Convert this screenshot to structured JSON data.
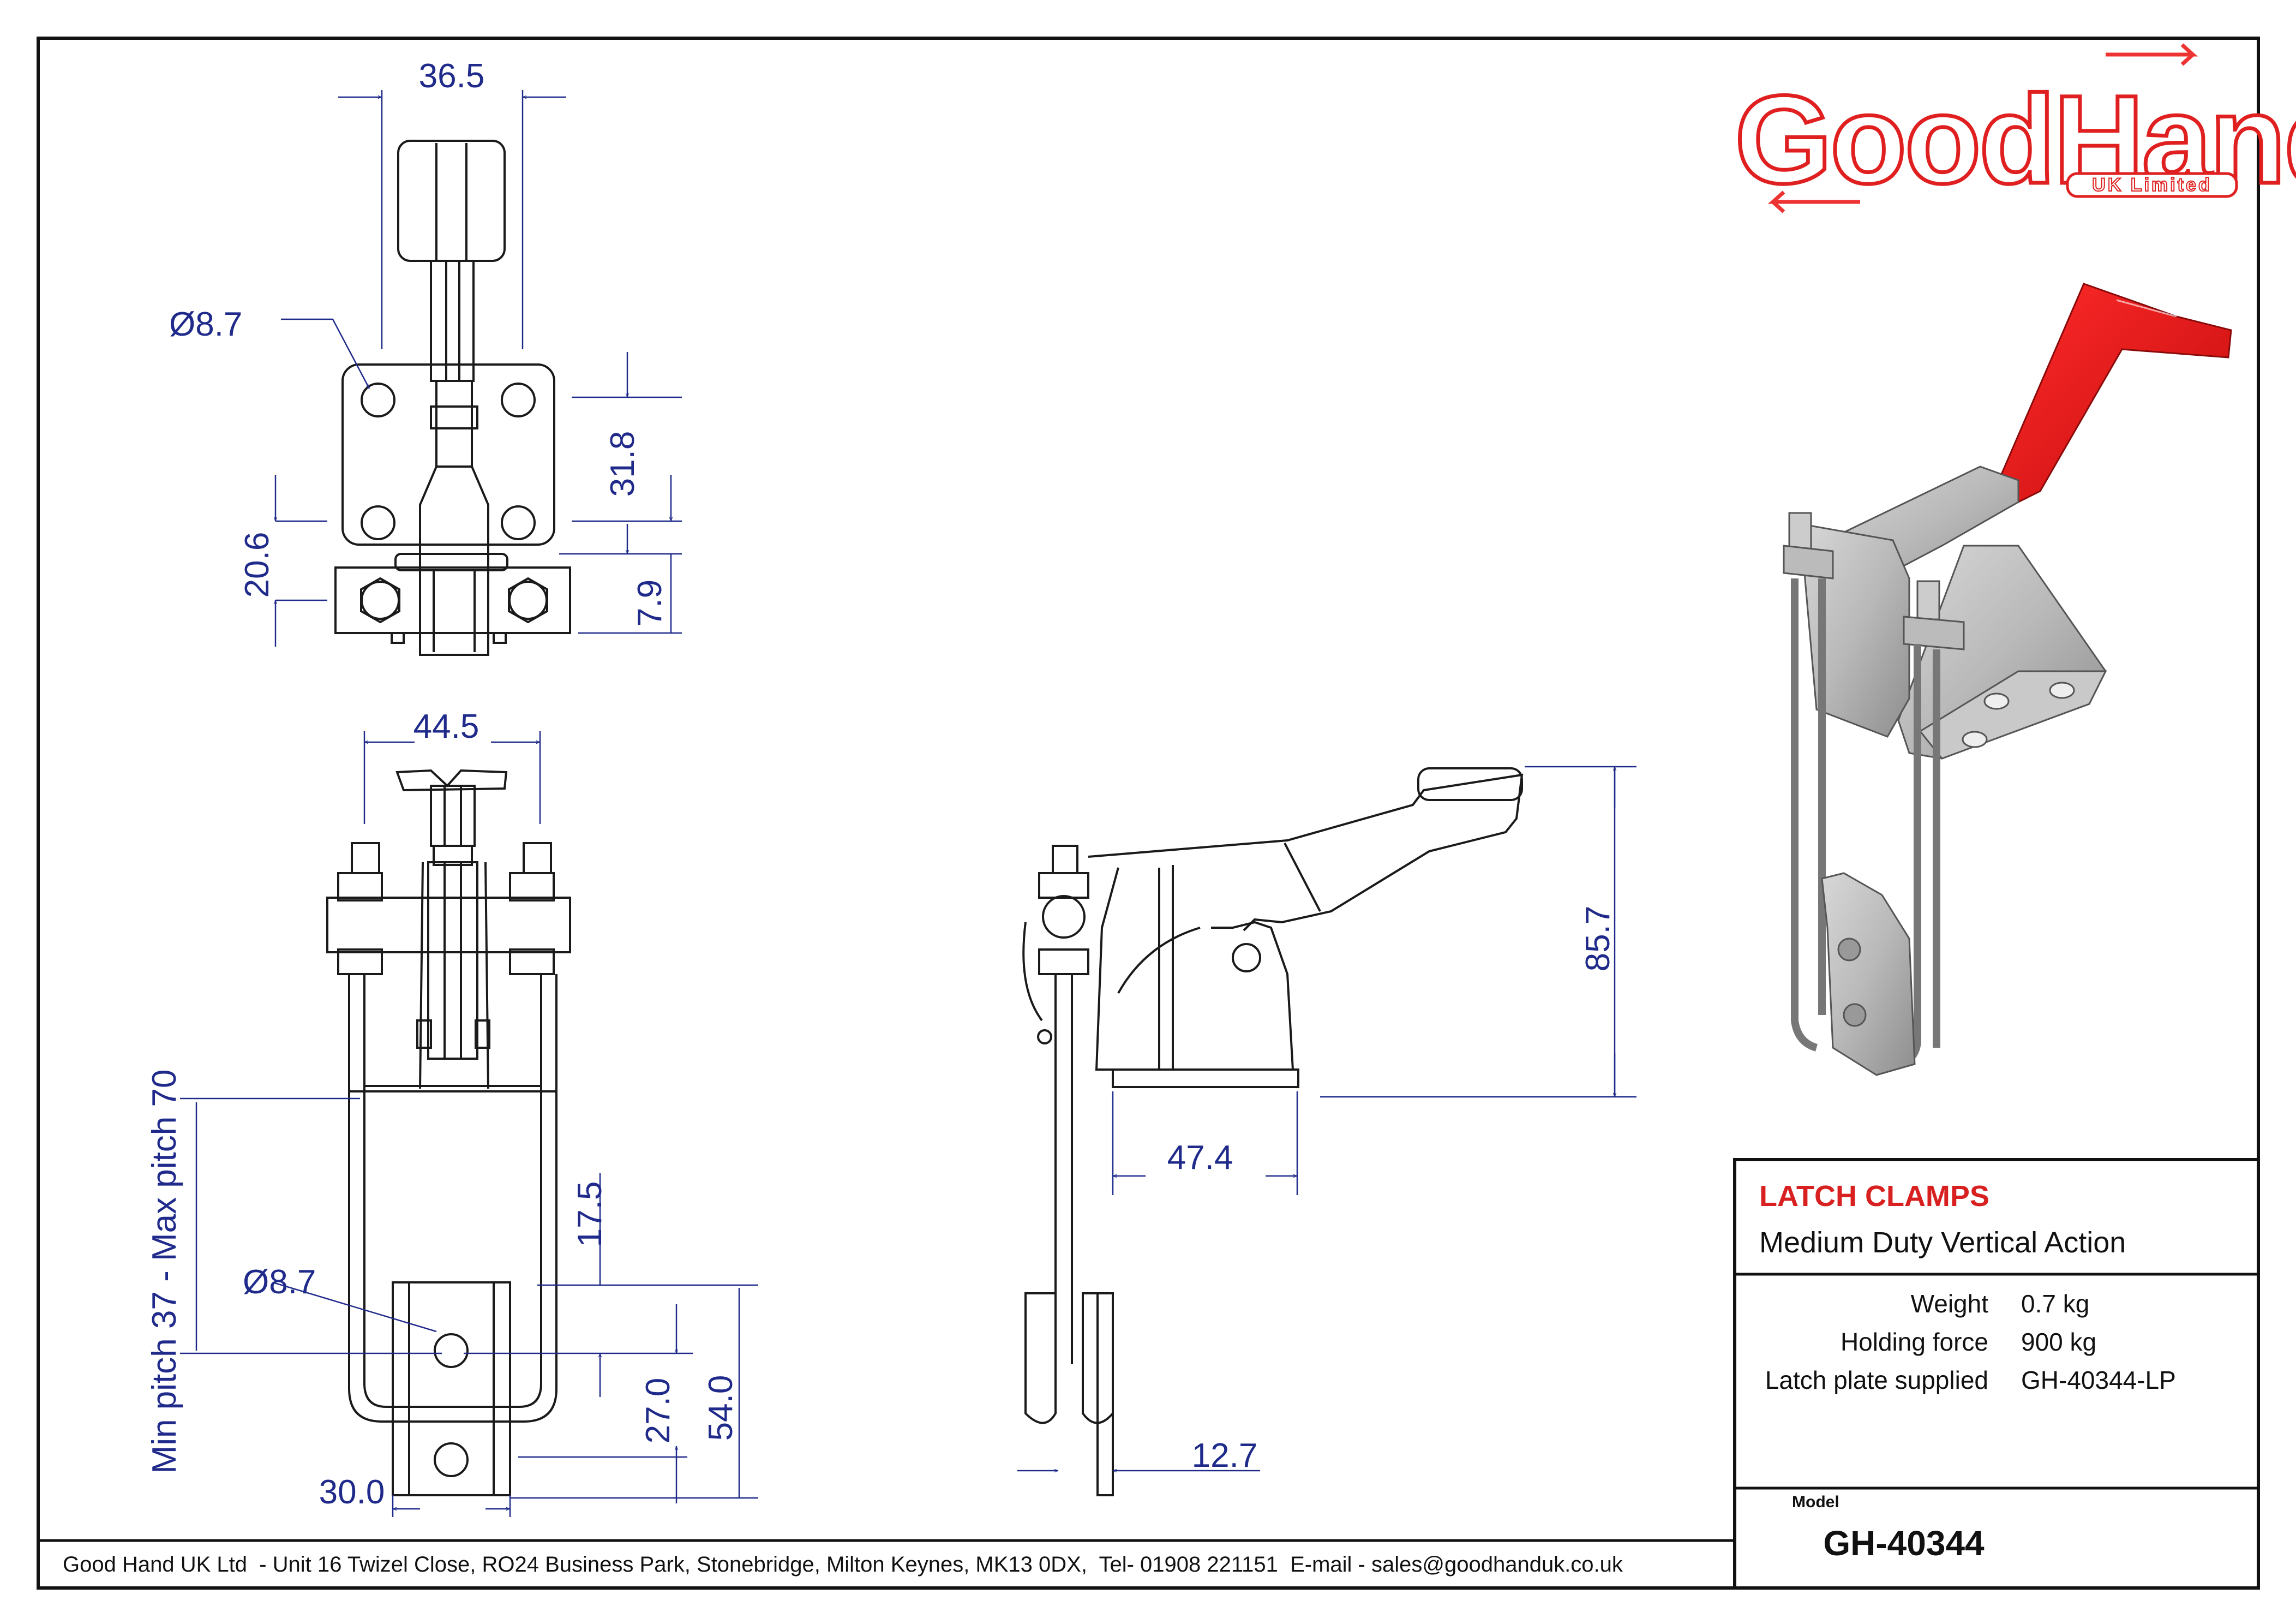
{
  "logo": {
    "brand": "GoodHand",
    "sub": "UK Limited"
  },
  "dimensions": {
    "top_width": "36.5",
    "top_hole_dia": "Ø8.7",
    "top_pitch": "31.8",
    "top_base_left": "20.6",
    "top_base_right": "7.9",
    "front_width": "44.5",
    "pitch_range": "Min pitch 37 - Max pitch 70",
    "front_d175": "17.5",
    "front_hole_dia": "Ø8.7",
    "front_d270": "27.0",
    "front_d540": "54.0",
    "front_d300": "30.0",
    "side_height": "85.7",
    "side_base": "47.4",
    "side_plate": "12.7"
  },
  "title_block": {
    "category": "LATCH CLAMPS",
    "subtitle": "Medium Duty Vertical Action",
    "specs": [
      {
        "label": "Weight",
        "value": "0.7 kg"
      },
      {
        "label": "Holding force",
        "value": "900 kg"
      },
      {
        "label": "Latch plate supplied",
        "value": "GH-40344-LP"
      }
    ],
    "model_label": "Model",
    "model": "GH-40344"
  },
  "footer": "Good Hand UK Ltd  - Unit 16 Twizel Close, RO24 Business Park, Stonebridge, Milton Keynes, MK13 0DX,  Tel- 01908 221151  E-mail - sales@goodhanduk.co.uk",
  "colors": {
    "dimension": "#1f2a8a",
    "accent": "#d92020",
    "line": "#1a1a1a"
  }
}
